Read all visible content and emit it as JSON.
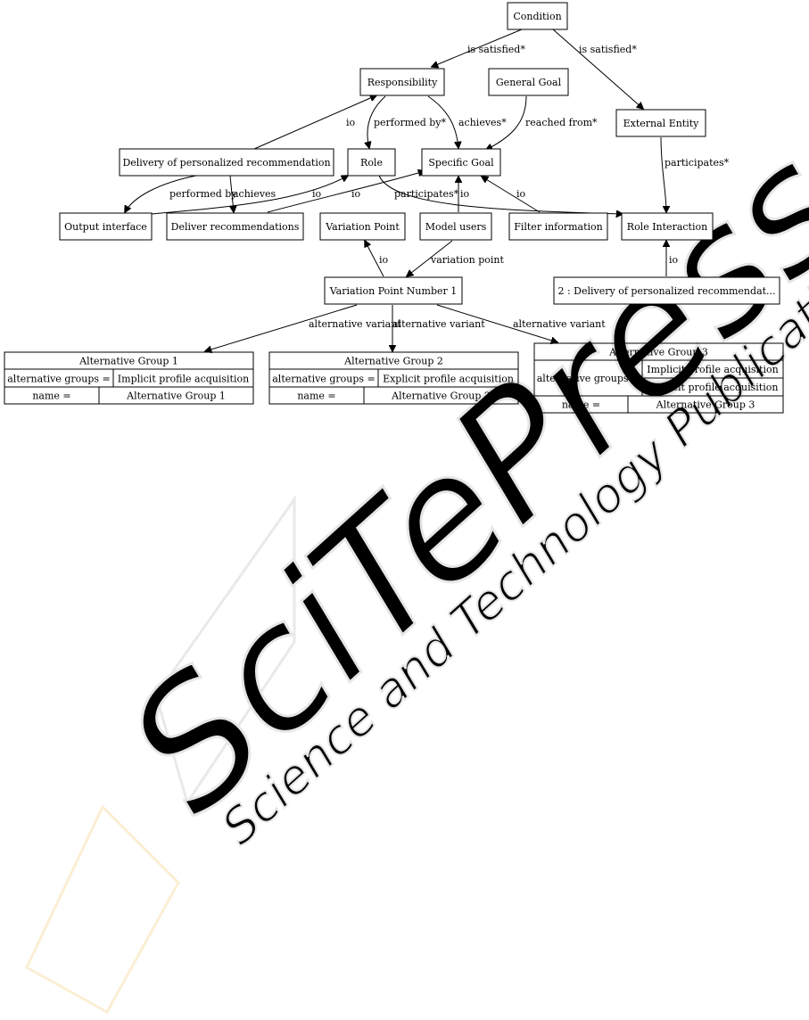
{
  "diagram": {
    "nodes": {
      "condition": "Condition",
      "responsibility": "Responsibility",
      "general_goal": "General Goal",
      "external_entity": "External Entity",
      "delivery": "Delivery of personalized recommendation",
      "role": "Role",
      "specific_goal": "Specific Goal",
      "output_interface": "Output interface",
      "deliver_recommendations": "Deliver recommendations",
      "variation_point": "Variation Point",
      "model_users": "Model users",
      "filter_information": "Filter information",
      "role_interaction": "Role Interaction",
      "variation_point_number_1": "Variation Point Number 1",
      "delivery_2": "2 : Delivery of personalized recommendat..."
    },
    "edges": {
      "is_satisfied": "is satisfied*",
      "performed_by_star": "performed by*",
      "achieves_star": "achieves*",
      "reached_from": "reached from*",
      "participates": "participates*",
      "io": "io",
      "performed_by": "performed by",
      "achieves": "achieves",
      "variation_point": "variation point",
      "alternative_variant": "alternative variant"
    },
    "tables": [
      {
        "title": "Alternative Group 1",
        "rows": [
          {
            "key": "alternative groups =",
            "values": [
              "Implicit profile acquisition"
            ]
          },
          {
            "key": "name =",
            "values": [
              "Alternative Group 1"
            ]
          }
        ]
      },
      {
        "title": "Alternative Group 2",
        "rows": [
          {
            "key": "alternative groups =",
            "values": [
              "Explicit profile acquisition"
            ]
          },
          {
            "key": "name =",
            "values": [
              "Alternative Group 2"
            ]
          }
        ]
      },
      {
        "title": "Alternative Group 3",
        "rows": [
          {
            "key": "alternative groups =",
            "values": [
              "Implicit profile acquisition",
              "Explicit profile acquisition"
            ]
          },
          {
            "key": "name =",
            "values": [
              "Alternative Group 3"
            ]
          }
        ]
      }
    ]
  },
  "watermark": {
    "logo": "SciTePress",
    "subtitle": "Science and Technology Publications"
  },
  "colors": {
    "watermark_yellow": "#fbeed3",
    "watermark_gray": "#e9e9e9"
  }
}
